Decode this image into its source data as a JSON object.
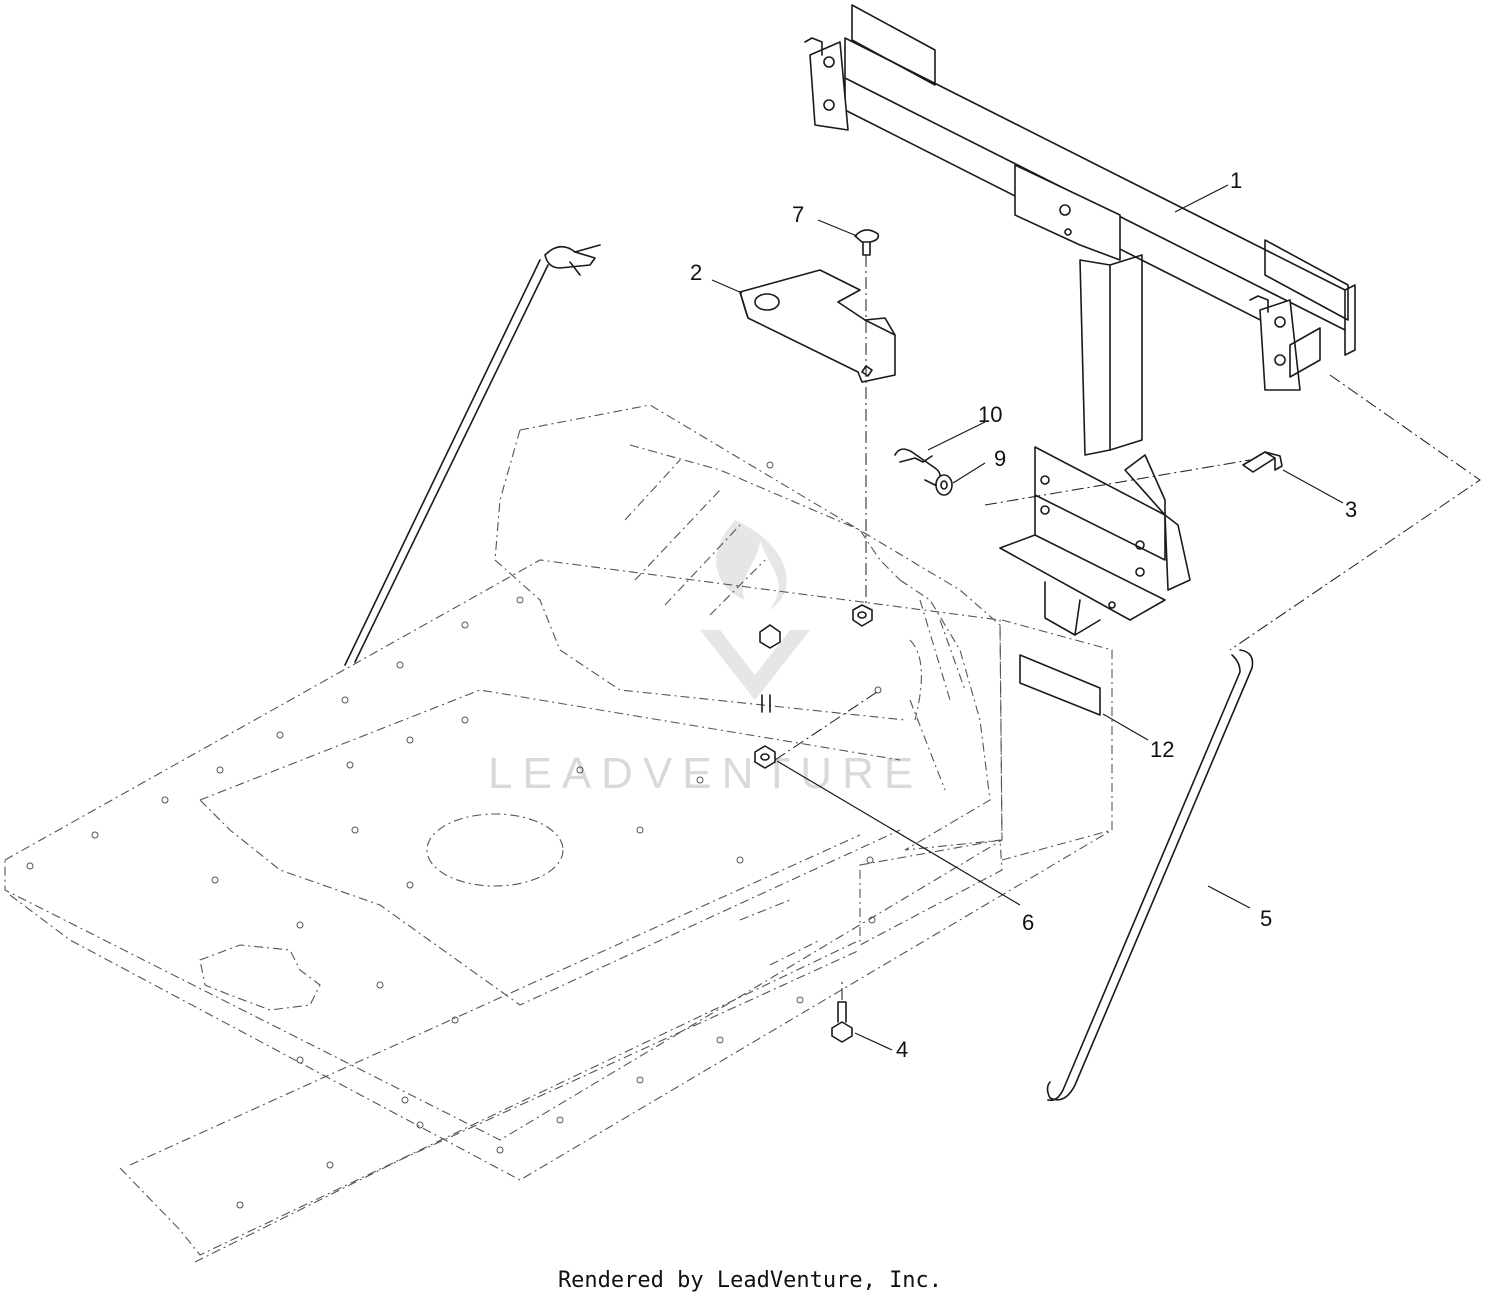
{
  "callouts": {
    "c1": "1",
    "c2": "2",
    "c3": "3",
    "c4": "4",
    "c5": "5",
    "c6": "6",
    "c7": "7",
    "c9": "9",
    "c10": "10",
    "c12": "12"
  },
  "watermark": "LEADVENTURE",
  "credit": "Rendered by LeadVenture, Inc."
}
